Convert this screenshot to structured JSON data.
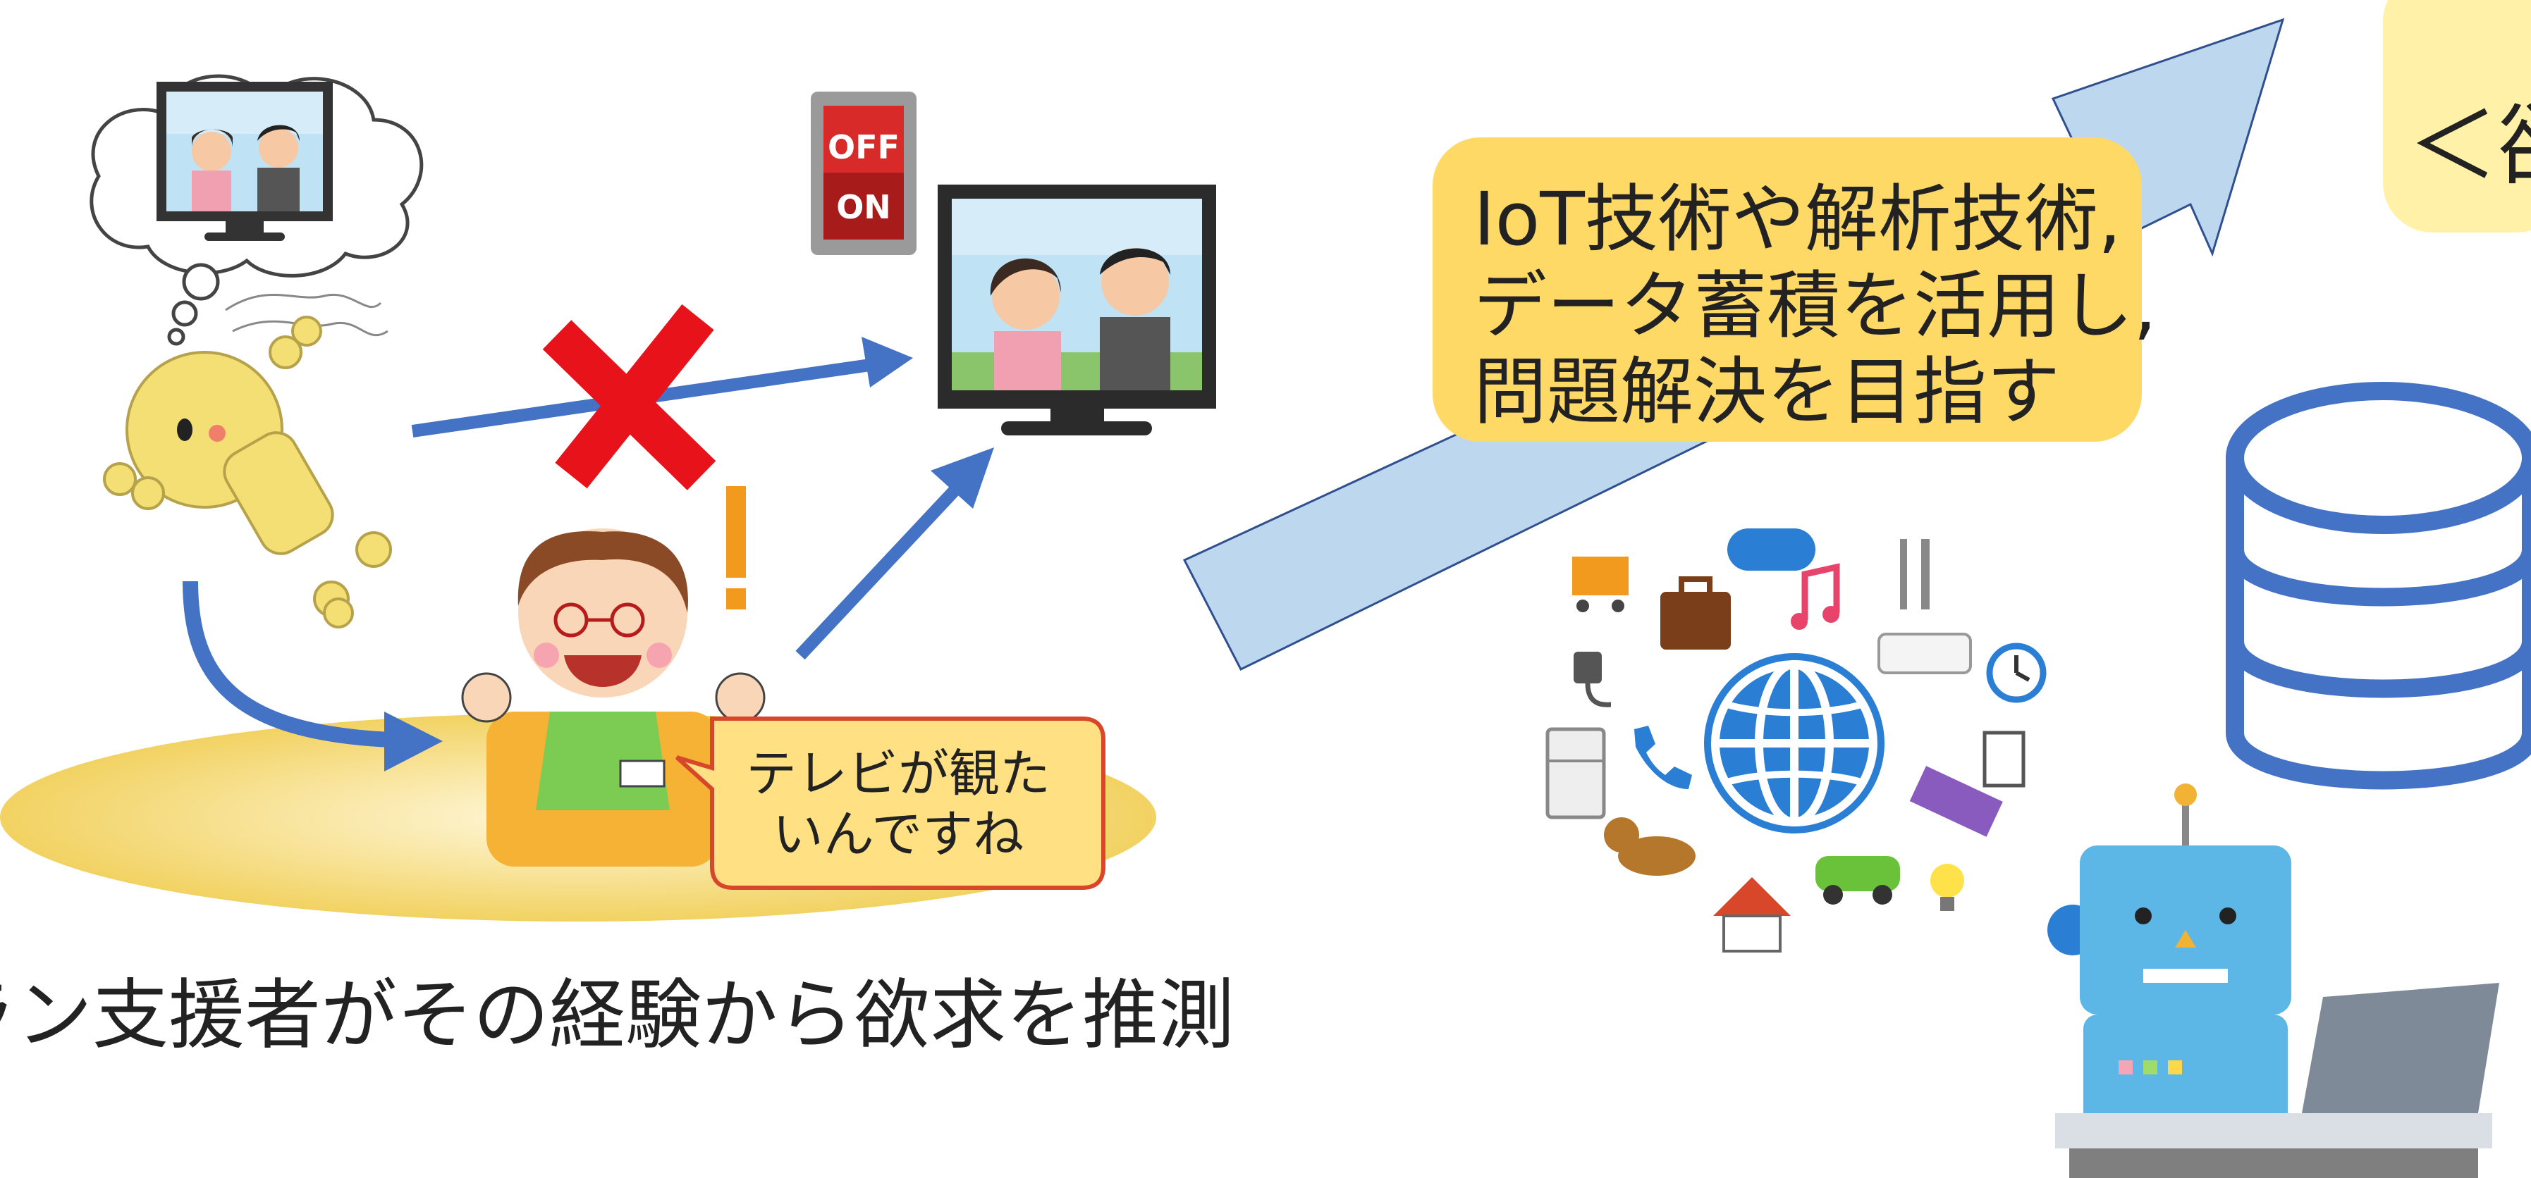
{
  "iot_box": {
    "lines": [
      "IoT技術や解析技術,",
      "データ蓄積を活用し,",
      "問題解決を目指す"
    ]
  },
  "speech_bubble": {
    "lines": [
      "テレビが観た",
      "いんですね"
    ]
  },
  "switch": {
    "off_label": "OFF",
    "on_label": "ON"
  },
  "top_right_box": {
    "text": "＜欲"
  },
  "bottom_caption": {
    "text": "ラン支援者がその経験から欲求を推測"
  },
  "icons": [
    "thought-cloud-icon",
    "tv-icon",
    "puppet-figure-icon",
    "caregiver-icon",
    "light-switch-icon",
    "cross-mark-icon",
    "exclamation-icon",
    "globe-icon",
    "database-icon",
    "robot-icon",
    "laptop-icon",
    "shopping-cart-icon",
    "suitcase-icon",
    "gamepad-icon",
    "music-note-icon",
    "fork-knife-icon",
    "air-conditioner-icon",
    "clock-icon",
    "plug-icon",
    "phone-icon",
    "document-icon",
    "refrigerator-icon",
    "keyboard-icon",
    "dog-icon",
    "house-icon",
    "car-icon",
    "light-bulb-icon"
  ],
  "colors": {
    "blue_arrow": "#4472c4",
    "big_arrow_fill": "#bdd7ee",
    "iot_box_fill": "#ffd966",
    "top_right_box_fill": "#fff2a8",
    "speech_border": "#d9472b",
    "speech_fill": "#ffe082",
    "cross_red": "#e8121a",
    "exclamation_orange": "#f29a1d",
    "database_blue": "#4472c4",
    "floor_gold": "#f5d979",
    "robot_blue": "#5cb6e6"
  }
}
